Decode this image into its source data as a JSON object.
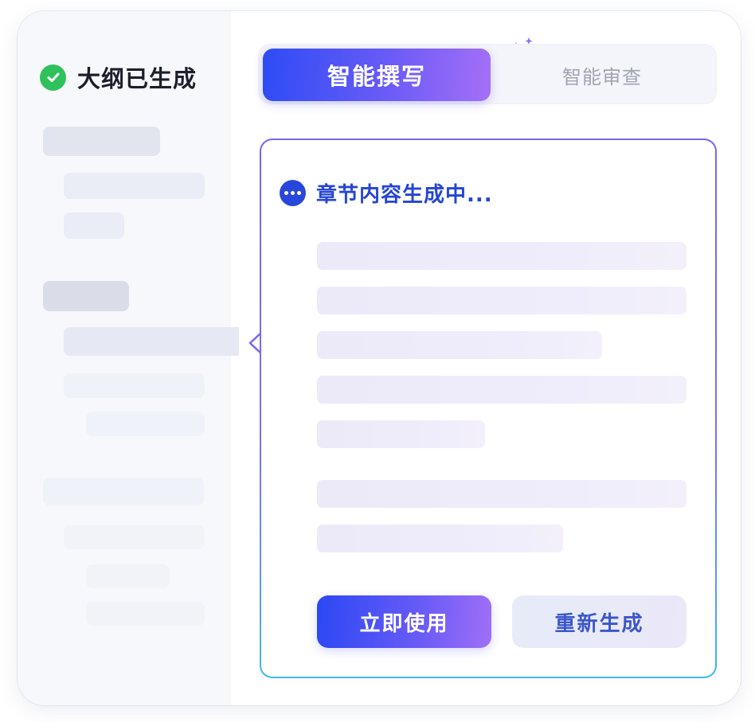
{
  "outline": {
    "status_title": "大纲已生成",
    "icon": "check-circle-icon",
    "status_color": "#2fc15b"
  },
  "tabs": [
    {
      "label": "智能撰写",
      "active": true
    },
    {
      "label": "智能审查",
      "active": false
    }
  ],
  "panel": {
    "status_text": "章节内容生成中...",
    "icon": "more-dots-icon",
    "actions": {
      "use_label": "立即使用",
      "regenerate_label": "重新生成"
    }
  },
  "colors": {
    "accent_start": "#2d4cf5",
    "accent_end": "#a56ff7",
    "status_blue": "#2445d4",
    "panel_border_top": "#7c62f4",
    "panel_border_bottom": "#3fb8f0"
  }
}
